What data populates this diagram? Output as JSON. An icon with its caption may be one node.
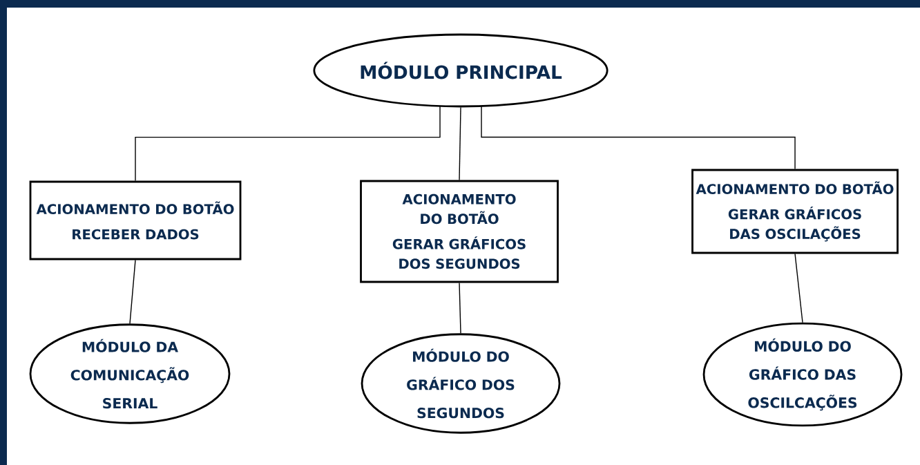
{
  "diagram": {
    "nodes": [
      {
        "text": [
          "MÓDULO PRINCIPAL"
        ]
      },
      {
        "text": [
          "ACIONAMENTO DO BOTÃO",
          "RECEBER DADOS"
        ]
      },
      {
        "text": [
          "ACIONAMENTO DO BOTÃO",
          "GERAR GRÁFICOS DOS SEGUNDOS"
        ]
      },
      {
        "text": [
          "ACIONAMENTO DO BOTÃO",
          "GERAR GRÁFICOS DAS OSCILAÇÕES"
        ]
      },
      {
        "text": [
          "MÓDULO DA COMUNICAÇÃO SERIAL"
        ]
      },
      {
        "text": [
          "MÓDULO DO GRÁFICO DOS SEGUNDOS"
        ]
      },
      {
        "text": [
          "MÓDULO DO GRÁFICO DAS OSCILCAÇÕES"
        ]
      }
    ],
    "edges": [
      {
        "from": 0,
        "to": 1,
        "arrow": "none"
      },
      {
        "from": 0,
        "to": 2,
        "arrow": "none"
      },
      {
        "from": 0,
        "to": 3,
        "arrow": "none"
      },
      {
        "from": 1,
        "to": 4,
        "arrow": "none"
      },
      {
        "from": 2,
        "to": 5,
        "arrow": "none"
      },
      {
        "from": 3,
        "to": 6,
        "arrow": "none"
      }
    ]
  }
}
